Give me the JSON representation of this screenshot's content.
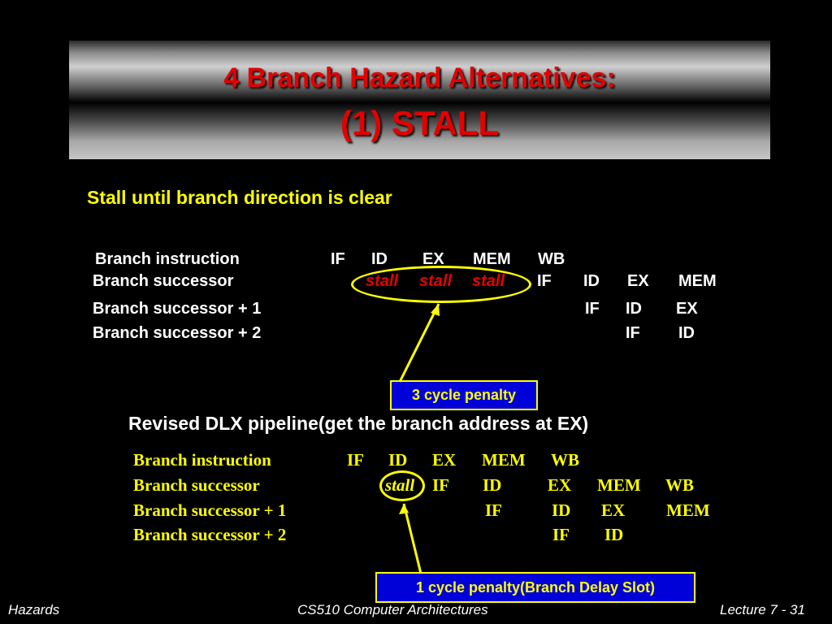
{
  "title": {
    "line1": "4 Branch Hazard Alternatives:",
    "line2": "(1) STALL"
  },
  "heading": "Stall until branch direction is clear",
  "table1": {
    "rows": [
      {
        "label": "Branch instruction",
        "cells": [
          "IF",
          "ID",
          "EX",
          "MEM",
          "WB"
        ]
      },
      {
        "label": "Branch successor",
        "cells": [
          "stall",
          "stall",
          "stall",
          "IF",
          "ID",
          "EX",
          "MEM"
        ]
      },
      {
        "label": "Branch successor + 1",
        "cells": [
          "IF",
          "ID",
          "EX"
        ]
      },
      {
        "label": "Branch successor + 2",
        "cells": [
          "IF",
          "ID"
        ]
      }
    ]
  },
  "callout1": "3 cycle penalty",
  "revised_heading": "Revised DLX pipeline(get the branch address at EX)",
  "table2": {
    "rows": [
      {
        "label": "Branch instruction",
        "cells": [
          "IF",
          "ID",
          "EX",
          "MEM",
          "WB"
        ]
      },
      {
        "label": "Branch successor",
        "cells": [
          "stall",
          "IF",
          "ID",
          "EX",
          "MEM",
          "WB"
        ]
      },
      {
        "label": "Branch successor + 1",
        "cells": [
          "IF",
          "ID",
          "EX",
          "MEM"
        ]
      },
      {
        "label": "Branch successor + 2",
        "cells": [
          "IF",
          "ID"
        ]
      }
    ]
  },
  "callout2": "1 cycle penalty(Branch Delay Slot)",
  "footer": {
    "left": "Hazards",
    "center": "CS510 Computer Architectures",
    "right": "Lecture 7 - 31"
  },
  "colors": {
    "background": "#000000",
    "title_text": "#e40000",
    "heading": "#ffff00",
    "body_text": "#ffffff",
    "stall_text": "#e40000",
    "callout_bg": "#0000d8",
    "callout_text": "#ffff00"
  }
}
